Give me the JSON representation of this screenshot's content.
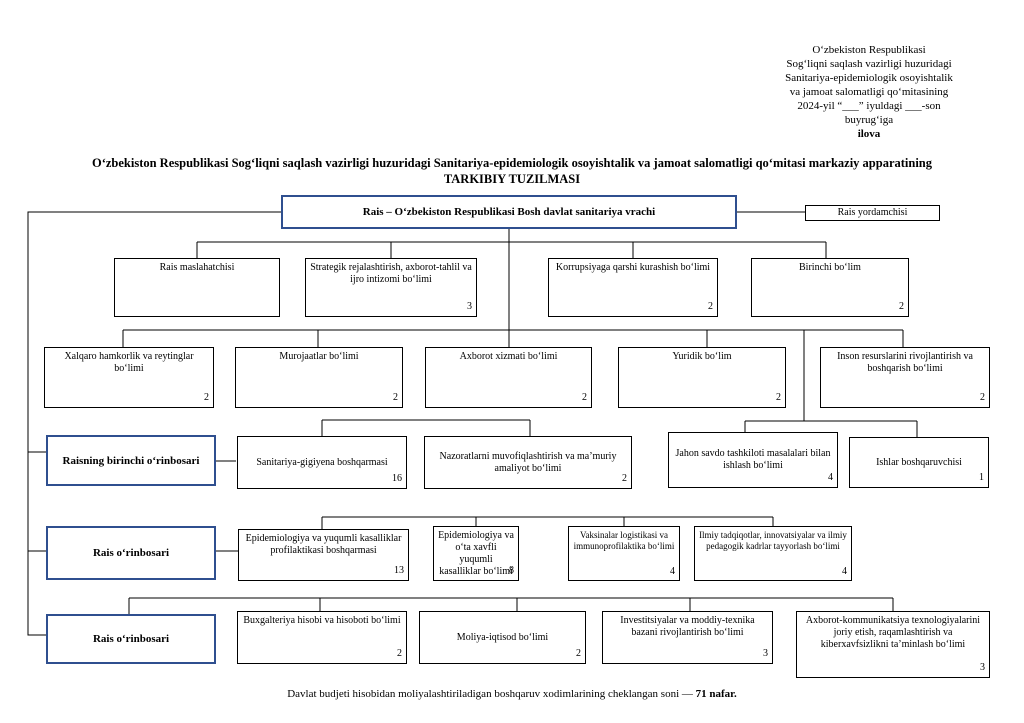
{
  "approval": {
    "line1": "O‘zbekiston Respublikasi",
    "line2": "Sog‘liqni saqlash vazirligi huzuridagi",
    "line3": "Sanitariya-epidemiologik osoyishtalik",
    "line4": "va jamoat salomatligi qo‘mitasining",
    "line5": "2024-yil “___” iyuldagi ___-son",
    "line6": "buyrug‘iga",
    "line7": "ilova"
  },
  "title": {
    "line1": "O‘zbekiston Respublikasi Sog‘liqni saqlash vazirligi huzuridagi Sanitariya-epidemiologik osoyishtalik va jamoat salomatligi qo‘mitasi markaziy apparatining",
    "line2": "TARKIBIY TUZILMASI"
  },
  "head": {
    "label": "Rais – O‘zbekiston Respublikasi Bosh davlat sanitariya vrachi"
  },
  "assistant": {
    "label": "Rais yordamchisi"
  },
  "row1": [
    {
      "label": "Rais maslahatchisi",
      "num": ""
    },
    {
      "label": "Strategik rejalashtirish, axborot-tahlil va ijro intizomi bo‘limi",
      "num": "3"
    },
    {
      "label": "Korrupsiyaga qarshi kurashish bo‘limi",
      "num": "2"
    },
    {
      "label": "Birinchi bo‘lim",
      "num": "2"
    }
  ],
  "row2": [
    {
      "label": "Xalqaro hamkorlik va reytinglar bo‘limi",
      "num": "2"
    },
    {
      "label": "Murojaatlar bo‘limi",
      "num": "2"
    },
    {
      "label": "Axborot xizmati bo‘limi",
      "num": "2"
    },
    {
      "label": "Yuridik bo‘lim",
      "num": "2"
    },
    {
      "label": "Inson resurslarini rivojlantirish va boshqarish bo‘limi",
      "num": "2"
    }
  ],
  "deputy1": {
    "label": "Raisning birinchi o‘rinbosari"
  },
  "row3": [
    {
      "label": "Sanitariya-gigiyena boshqarmasi",
      "num": "16"
    },
    {
      "label": "Nazoratlarni muvofiqlashtirish va ma’muriy amaliyot bo‘limi",
      "num": "2"
    },
    {
      "label": "Jahon savdo tashkiloti masalalari bilan ishlash bo‘limi",
      "num": "4"
    },
    {
      "label": "Ishlar boshqaruvchisi",
      "num": "1"
    }
  ],
  "deputy2": {
    "label": "Rais o‘rinbosari"
  },
  "row4": [
    {
      "label": "Epidemiologiya va yuqumli kasalliklar profilaktikasi boshqarmasi",
      "num": "13"
    },
    {
      "label": "Epidemiologiya va o‘ta xavfli yuqumli kasalliklar bo‘limi",
      "num": "8"
    },
    {
      "label": "Vaksinalar logistikasi va immunoprofilaktika bo‘limi",
      "num": "4"
    },
    {
      "label": "Ilmiy tadqiqotlar, innovatsiyalar va ilmiy pedagogik kadrlar tayyorlash bo‘limi",
      "num": "4"
    }
  ],
  "deputy3": {
    "label": "Rais o‘rinbosari"
  },
  "row5": [
    {
      "label": "Buxgalteriya hisobi va hisoboti bo‘limi",
      "num": "2"
    },
    {
      "label": "Moliya-iqtisod bo‘limi",
      "num": "2"
    },
    {
      "label": "Investitsiyalar va moddiy-texnika bazani rivojlantirish bo‘limi",
      "num": "3"
    },
    {
      "label": "Axborot-kommunikatsiya texnologiyalarini joriy etish, raqamlashtirish va kiberxavfsizlikni ta’minlash bo‘limi",
      "num": "3"
    }
  ],
  "footer": {
    "text": "Davlat budjeti hisobidan moliyalashtiriladigan boshqaruv xodimlarining cheklangan soni — ",
    "total": "71 nafar."
  }
}
